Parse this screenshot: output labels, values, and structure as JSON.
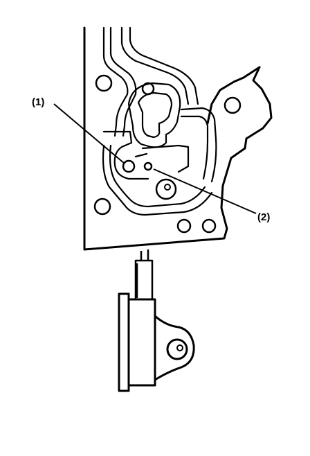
{
  "callouts": [
    {
      "id": "1",
      "text": "(1)"
    },
    {
      "id": "2",
      "text": "(2)"
    }
  ],
  "colors": {
    "line": "#000000",
    "paper": "#ffffff"
  }
}
